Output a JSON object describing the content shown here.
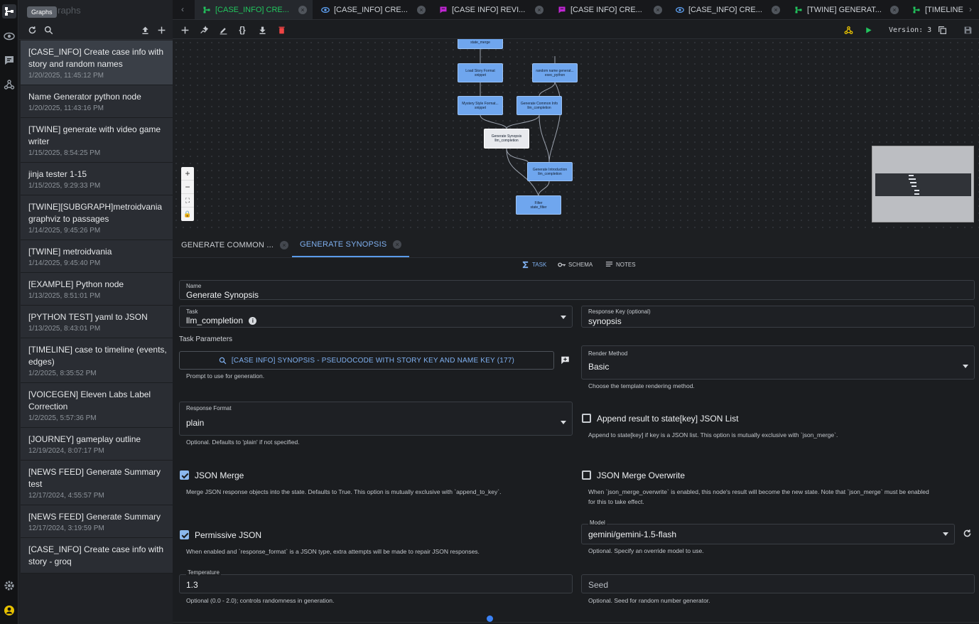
{
  "rail": {
    "tooltip": "Graphs",
    "icons": [
      "graph-icon",
      "eye-icon",
      "chat-icon",
      "webhook-icon",
      "settings-icon",
      "user-icon"
    ]
  },
  "sidebar": {
    "title": "Graphs",
    "items": [
      {
        "name": "[CASE_INFO] Create case info with story and random names",
        "date": "1/20/2025, 11:45:12 PM"
      },
      {
        "name": "Name Generator python node",
        "date": "1/20/2025, 11:43:16 PM"
      },
      {
        "name": "[TWINE] generate with video game writer",
        "date": "1/15/2025, 8:54:25 PM"
      },
      {
        "name": "jinja tester 1-15",
        "date": "1/15/2025, 9:29:33 PM"
      },
      {
        "name": "[TWINE][SUBGRAPH]metroidvania graphviz to passages",
        "date": "1/14/2025, 9:45:26 PM"
      },
      {
        "name": "[TWINE] metroidvania",
        "date": "1/14/2025, 9:45:40 PM"
      },
      {
        "name": "[EXAMPLE] Python node",
        "date": "1/13/2025, 8:51:01 PM"
      },
      {
        "name": "[PYTHON TEST] yaml to JSON",
        "date": "1/13/2025, 8:43:01 PM"
      },
      {
        "name": "[TIMELINE] case to timeline (events, edges)",
        "date": "1/2/2025, 8:35:52 PM"
      },
      {
        "name": "[VOICEGEN] Eleven Labs Label Correction",
        "date": "1/2/2025, 5:57:36 PM"
      },
      {
        "name": "[JOURNEY] gameplay outline",
        "date": "12/19/2024, 8:07:17 PM"
      },
      {
        "name": "[NEWS FEED] Generate Summary test",
        "date": "12/17/2024, 4:55:57 PM"
      },
      {
        "name": "[NEWS FEED] Generate Summary",
        "date": "12/17/2024, 3:19:59 PM"
      },
      {
        "name": "[CASE_INFO] Create case info with story - groq",
        "date": ""
      }
    ]
  },
  "tabs": [
    {
      "label": "[CASE_INFO] CRE...",
      "icon": "graph-icon",
      "color": "#22c55e"
    },
    {
      "label": "[CASE_INFO] CRE...",
      "icon": "eye-icon",
      "color": "#60a5fa"
    },
    {
      "label": "[CASE INFO] REVI...",
      "icon": "chat-icon",
      "color": "#c026d3"
    },
    {
      "label": "[CASE INFO] CRE...",
      "icon": "chat-icon",
      "color": "#c026d3"
    },
    {
      "label": "[CASE_INFO] CRE...",
      "icon": "eye-icon",
      "color": "#60a5fa"
    },
    {
      "label": "[TWINE] GENERAT...",
      "icon": "graph-icon",
      "color": "#22c55e"
    },
    {
      "label": "[TIMELINE",
      "icon": "graph-icon",
      "color": "#22c55e"
    }
  ],
  "toolbar": {
    "version": "Version: 3"
  },
  "nodes": [
    {
      "title": "state_merge",
      "type": ""
    },
    {
      "title": "Load Story Format",
      "type": "snippet"
    },
    {
      "title": "random name generat...",
      "type": "exec_python"
    },
    {
      "title": "Mystery Style Format...",
      "type": "snippet"
    },
    {
      "title": "Generate Common Info",
      "type": "llm_completion"
    },
    {
      "title": "Generate Synopsis",
      "type": "llm_completion"
    },
    {
      "title": "Generate Introduction",
      "type": "llm_completion"
    },
    {
      "title": "Filter",
      "type": "state_filter"
    }
  ],
  "node_tabs": [
    {
      "label": "GENERATE COMMON ..."
    },
    {
      "label": "GENERATE SYNOPSIS"
    }
  ],
  "sub_tabs": [
    {
      "label": "TASK",
      "icon": "sigma-icon"
    },
    {
      "label": "SCHEMA",
      "icon": "key-icon"
    },
    {
      "label": "NOTES",
      "icon": "notes-icon"
    }
  ],
  "form": {
    "name_label": "Name",
    "name_value": "Generate Synopsis",
    "task_label": "Task",
    "task_value": "llm_completion",
    "response_key_label": "Response Key (optional)",
    "response_key_value": "synopsis",
    "task_params_label": "Task Parameters",
    "prompt_button": "[CASE INFO] SYNOPSIS - PSEUDOCODE WITH STORY KEY AND NAME KEY (177)",
    "prompt_help": "Prompt to use for generation.",
    "render_method_label": "Render Method",
    "render_method_value": "Basic",
    "render_method_help": "Choose the template rendering method.",
    "response_format_label": "Response Format",
    "response_format_value": "plain",
    "response_format_help": "Optional. Defaults to 'plain' if not specified.",
    "append_label": "Append result to state[key] JSON List",
    "append_help": "Append to state[key] if key is a JSON list. This option is mutually exclusive with `json_merge`.",
    "append_checked": false,
    "json_merge_label": "JSON Merge",
    "json_merge_help": "Merge JSON response objects into the state. Defaults to True. This option is mutually exclusive with `append_to_key`.",
    "json_merge_checked": true,
    "json_merge_overwrite_label": "JSON Merge Overwrite",
    "json_merge_overwrite_help_1": "When `json_merge_overwrite` is enabled, this node's result will become the new state. Note that `json_merge` must be enabled",
    "json_merge_overwrite_help_2": "for this to take effect.",
    "json_merge_overwrite_checked": false,
    "permissive_label": "Permissive JSON",
    "permissive_help": "When enabled and `response_format` is a JSON type, extra attempts will be made to repair JSON responses.",
    "permissive_checked": true,
    "model_label": "Model",
    "model_value": "gemini/gemini-1.5-flash",
    "model_help": "Optional. Specify an override model to use.",
    "temperature_label": "Temperature",
    "temperature_value": "1.3",
    "temperature_help": "Optional (0.0 - 2.0); controls randomness in generation.",
    "seed_placeholder": "Seed",
    "seed_help": "Optional. Seed for random number generator."
  }
}
